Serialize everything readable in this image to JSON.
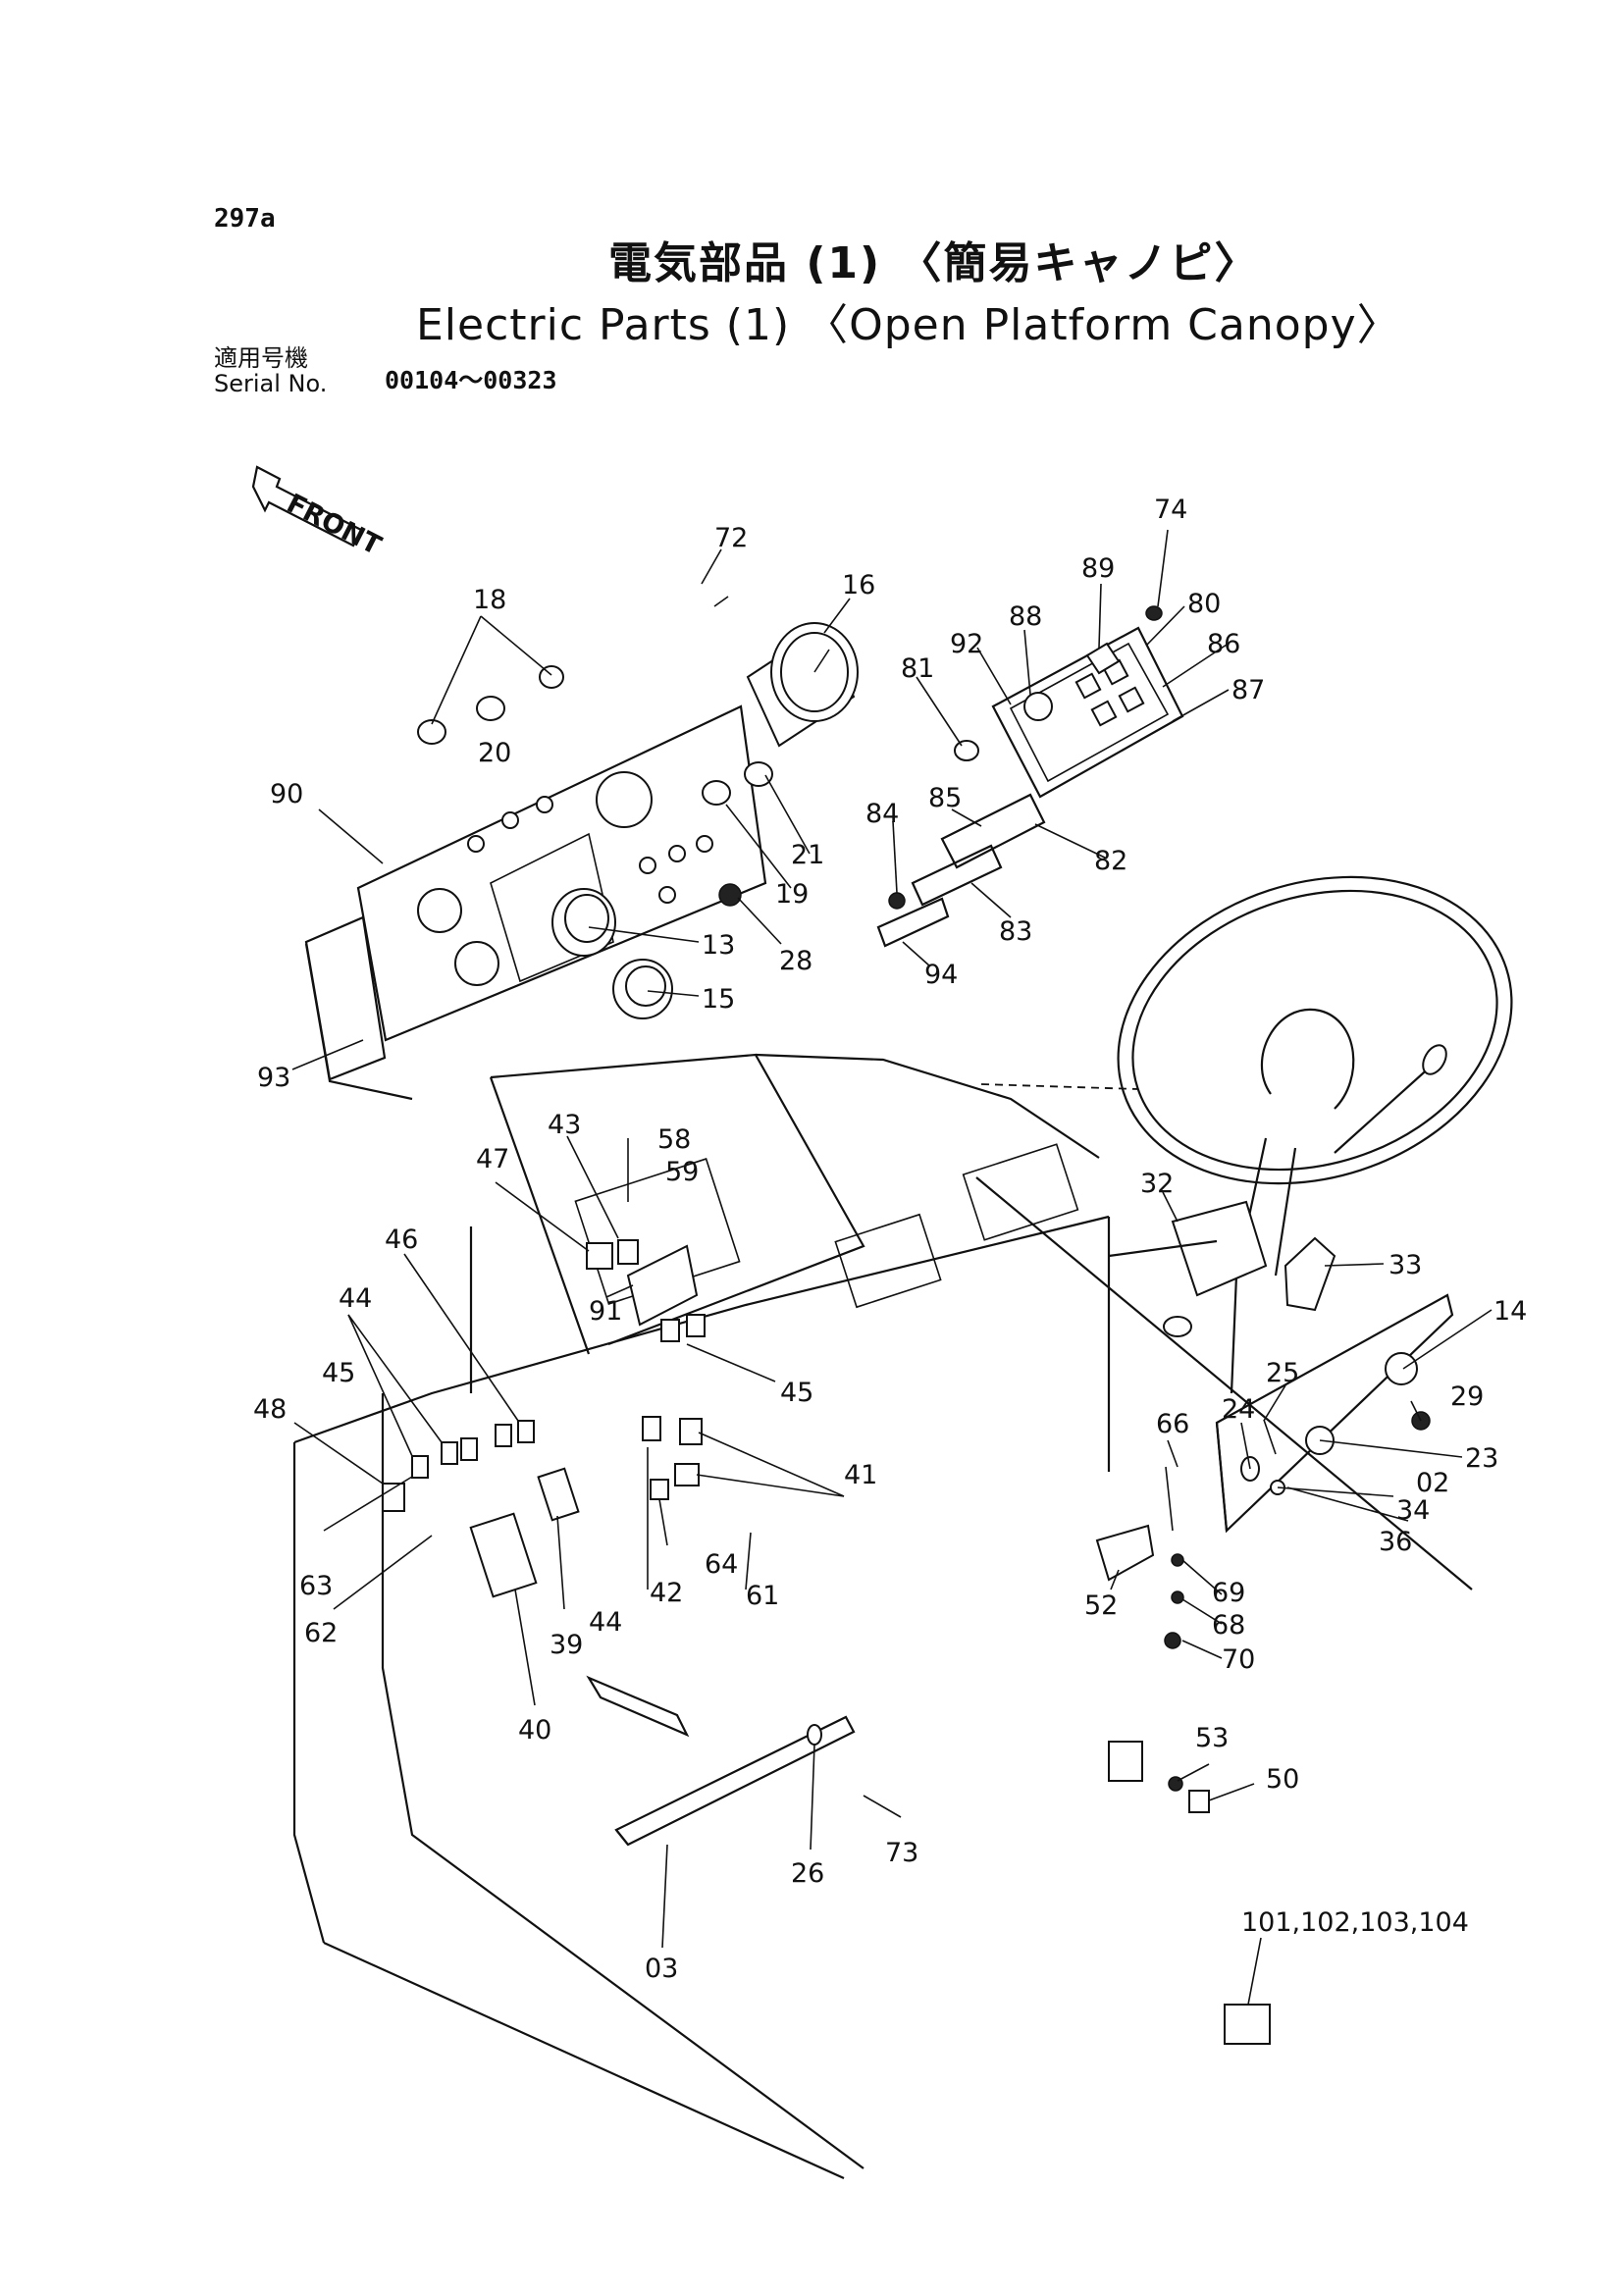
{
  "header": {
    "page_number": "297a",
    "title_jp": "電気部品 (1) 〈簡易キャノピ〉",
    "title_en": "Electric Parts (1) 〈Open Platform Canopy〉",
    "serial_label_jp": "適用号機",
    "serial_label_en": "Serial No.",
    "serial_range": "00104～00323"
  },
  "front_label": "FRONT",
  "callouts": [
    "72",
    "16",
    "18",
    "20",
    "90",
    "21",
    "19",
    "28",
    "13",
    "15",
    "93",
    "74",
    "89",
    "80",
    "88",
    "92",
    "86",
    "81",
    "87",
    "84",
    "85",
    "82",
    "83",
    "94",
    "43",
    "58",
    "59",
    "47",
    "46",
    "91",
    "45",
    "44",
    "48",
    "63",
    "62",
    "40",
    "39",
    "41",
    "42",
    "64",
    "61",
    "32",
    "33",
    "14",
    "25",
    "29",
    "24",
    "23",
    "66",
    "02",
    "34",
    "36",
    "69",
    "52",
    "68",
    "70",
    "53",
    "50",
    "73",
    "26",
    "03",
    "101,102,103,104"
  ]
}
